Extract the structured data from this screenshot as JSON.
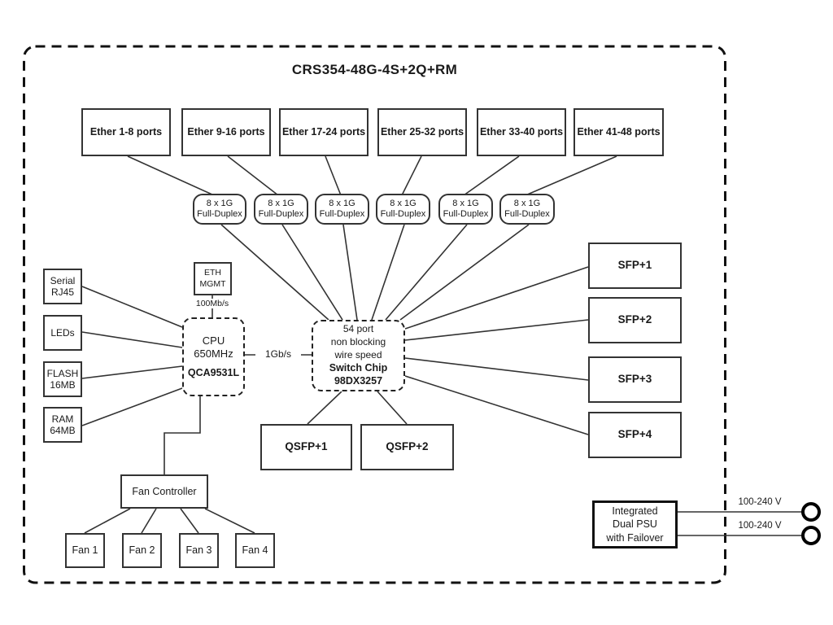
{
  "diagram": {
    "title": "CRS354-48G-4S+2Q+RM",
    "ether_groups": [
      {
        "label": "Ether 1-8 ports"
      },
      {
        "label": "Ether 9-16 ports"
      },
      {
        "label": "Ether 17-24 ports"
      },
      {
        "label": "Ether 25-32 ports"
      },
      {
        "label": "Ether 33-40 ports"
      },
      {
        "label": "Ether 41-48 ports"
      }
    ],
    "duplex_units": [
      {
        "line1": "8 x 1G",
        "line2": "Full-Duplex"
      },
      {
        "line1": "8 x 1G",
        "line2": "Full-Duplex"
      },
      {
        "line1": "8 x 1G",
        "line2": "Full-Duplex"
      },
      {
        "line1": "8 x 1G",
        "line2": "Full-Duplex"
      },
      {
        "line1": "8 x 1G",
        "line2": "Full-Duplex"
      },
      {
        "line1": "8 x 1G",
        "line2": "Full-Duplex"
      }
    ],
    "eth_mgmt": {
      "line1": "ETH",
      "line2": "MGMT",
      "link_speed": "100Mb/s"
    },
    "cpu": {
      "line1": "CPU",
      "line2": "650MHz",
      "model": "QCA9531L",
      "link_speed": "1Gb/s"
    },
    "switch_chip": {
      "line1": "54 port",
      "line2": "non blocking",
      "line3": "wire speed",
      "line4": "Switch Chip",
      "line5": "98DX3257"
    },
    "left_modules": [
      {
        "line1": "Serial",
        "line2": "RJ45"
      },
      {
        "line1": "LEDs"
      },
      {
        "line1": "FLASH",
        "line2": "16MB"
      },
      {
        "line1": "RAM",
        "line2": "64MB"
      }
    ],
    "sfp_ports": [
      {
        "label": "SFP+1"
      },
      {
        "label": "SFP+2"
      },
      {
        "label": "SFP+3"
      },
      {
        "label": "SFP+4"
      }
    ],
    "qsfp_ports": [
      {
        "label": "QSFP+1"
      },
      {
        "label": "QSFP+2"
      }
    ],
    "fan_controller": {
      "label": "Fan Controller"
    },
    "fans": [
      {
        "label": "Fan 1"
      },
      {
        "label": "Fan 2"
      },
      {
        "label": "Fan 3"
      },
      {
        "label": "Fan 4"
      }
    ],
    "psu": {
      "line1": "Integrated",
      "line2": "Dual PSU",
      "line3": "with Failover"
    },
    "power_inputs": [
      {
        "label": "100-240 V"
      },
      {
        "label": "100-240 V"
      }
    ],
    "colors": {
      "line": "#333333",
      "box_border": "#333333",
      "outer_border": "#111111",
      "background": "#ffffff",
      "text": "#1a1a1a"
    }
  }
}
